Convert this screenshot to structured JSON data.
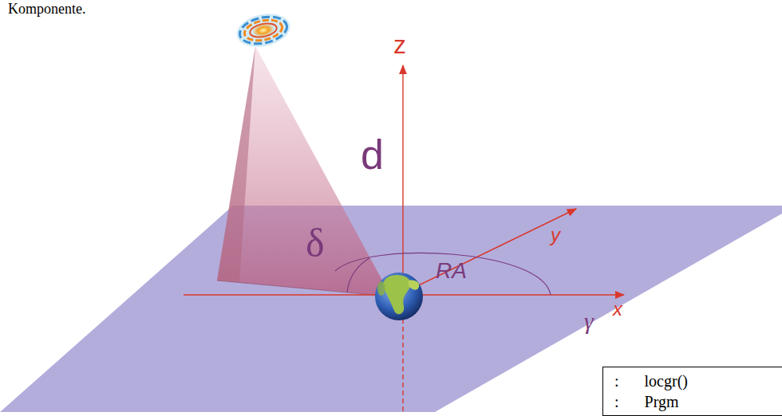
{
  "diagram": {
    "nodes": [
      {
        "text": [
          ":",
          "locgr()",
          ":",
          "Prgm"
        ]
      }
    ],
    "labels": [
      "Komponente.",
      "z",
      "d",
      "δ",
      "RA",
      "y",
      "x",
      "γ"
    ]
  }
}
